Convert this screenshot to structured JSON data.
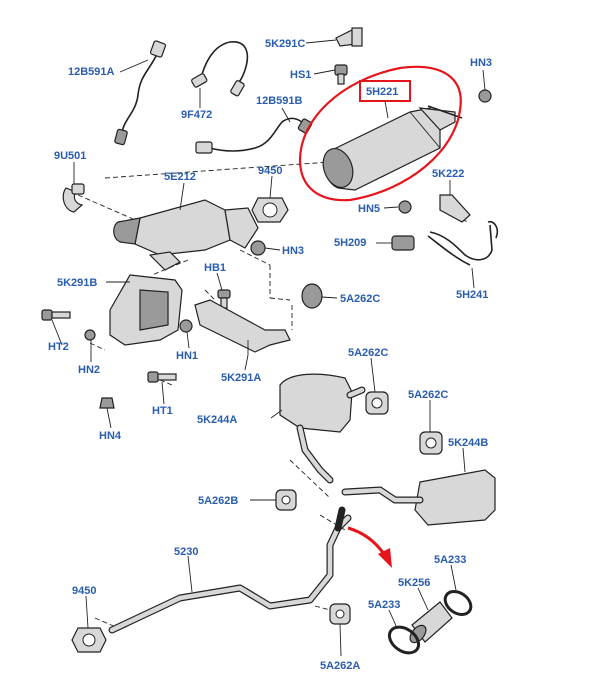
{
  "labels": {
    "l_5k291c": "5K291C",
    "l_hn3_top": "HN3",
    "l_12b591a": "12B591A",
    "l_hs1": "HS1",
    "l_5h221": "5H221",
    "l_12b591b": "12B591B",
    "l_9f472": "9F472",
    "l_9u501": "9U501",
    "l_9450_top": "9450",
    "l_5e212": "5E212",
    "l_5k222": "5K222",
    "l_hn5": "HN5",
    "l_hn3_mid": "HN3",
    "l_5h209": "5H209",
    "l_hb1": "HB1",
    "l_5k291b": "5K291B",
    "l_5a262c_1": "5A262C",
    "l_5h241": "5H241",
    "l_ht2": "HT2",
    "l_hn1": "HN1",
    "l_hn2": "HN2",
    "l_5k291a": "5K291A",
    "l_5a262c_2": "5A262C",
    "l_ht1": "HT1",
    "l_5a262c_3": "5A262C",
    "l_5k244a": "5K244A",
    "l_hn4": "HN4",
    "l_5k244b": "5K244B",
    "l_5a262b": "5A262B",
    "l_5230": "5230",
    "l_5a233_top": "5A233",
    "l_5k256": "5K256",
    "l_9450_bot": "9450",
    "l_5a233_bot": "5A233",
    "l_5a262a": "5A262A"
  },
  "highlight_color": "#e8141c",
  "label_color": "#2a5db0"
}
